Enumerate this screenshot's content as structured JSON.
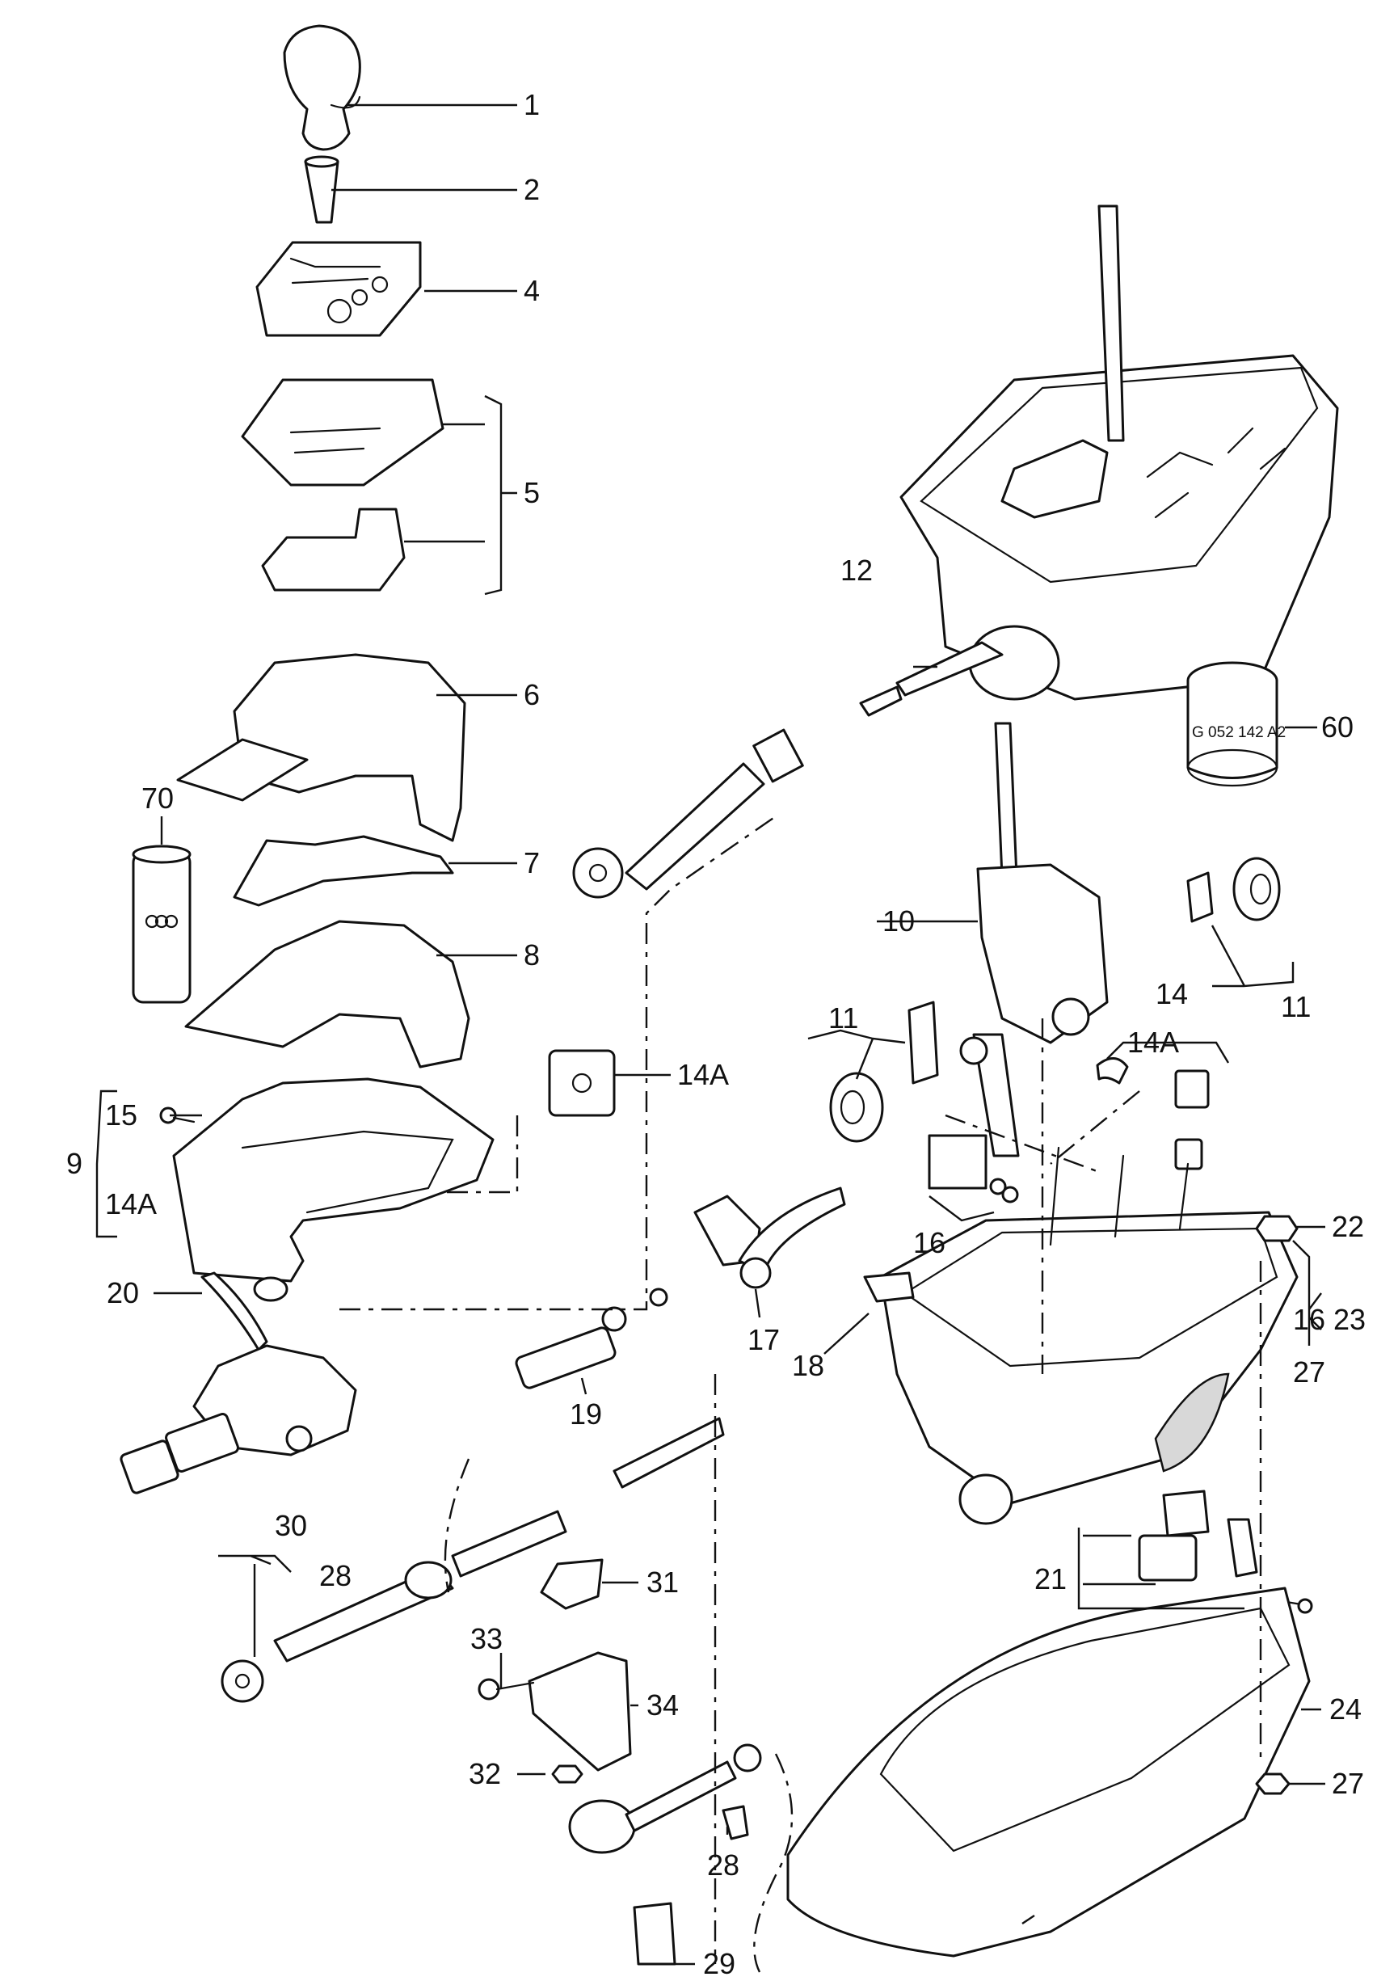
{
  "callouts": {
    "c1": "1",
    "c2": "2",
    "c4": "4",
    "c5": "5",
    "c6": "6",
    "c7": "7",
    "c8": "8",
    "c9": "9",
    "c10": "10",
    "c11a": "11",
    "c11b": "11",
    "c12": "12",
    "c14a": "14",
    "c14A_left": "14A",
    "c14A_mid": "14A",
    "c14A_right": "14A",
    "c15": "15",
    "c16a": "16",
    "c16b": "16",
    "c17": "17",
    "c18": "18",
    "c19": "19",
    "c20": "20",
    "c21": "21",
    "c22": "22",
    "c23": "23",
    "c24": "24",
    "c27a": "27",
    "c27b": "27",
    "c28a": "28",
    "c28b": "28",
    "c29": "29",
    "c30": "30",
    "c31": "31",
    "c32": "32",
    "c33": "33",
    "c34": "34",
    "c60": "60",
    "c70": "70"
  },
  "ring_label": "G 052 142 A2"
}
